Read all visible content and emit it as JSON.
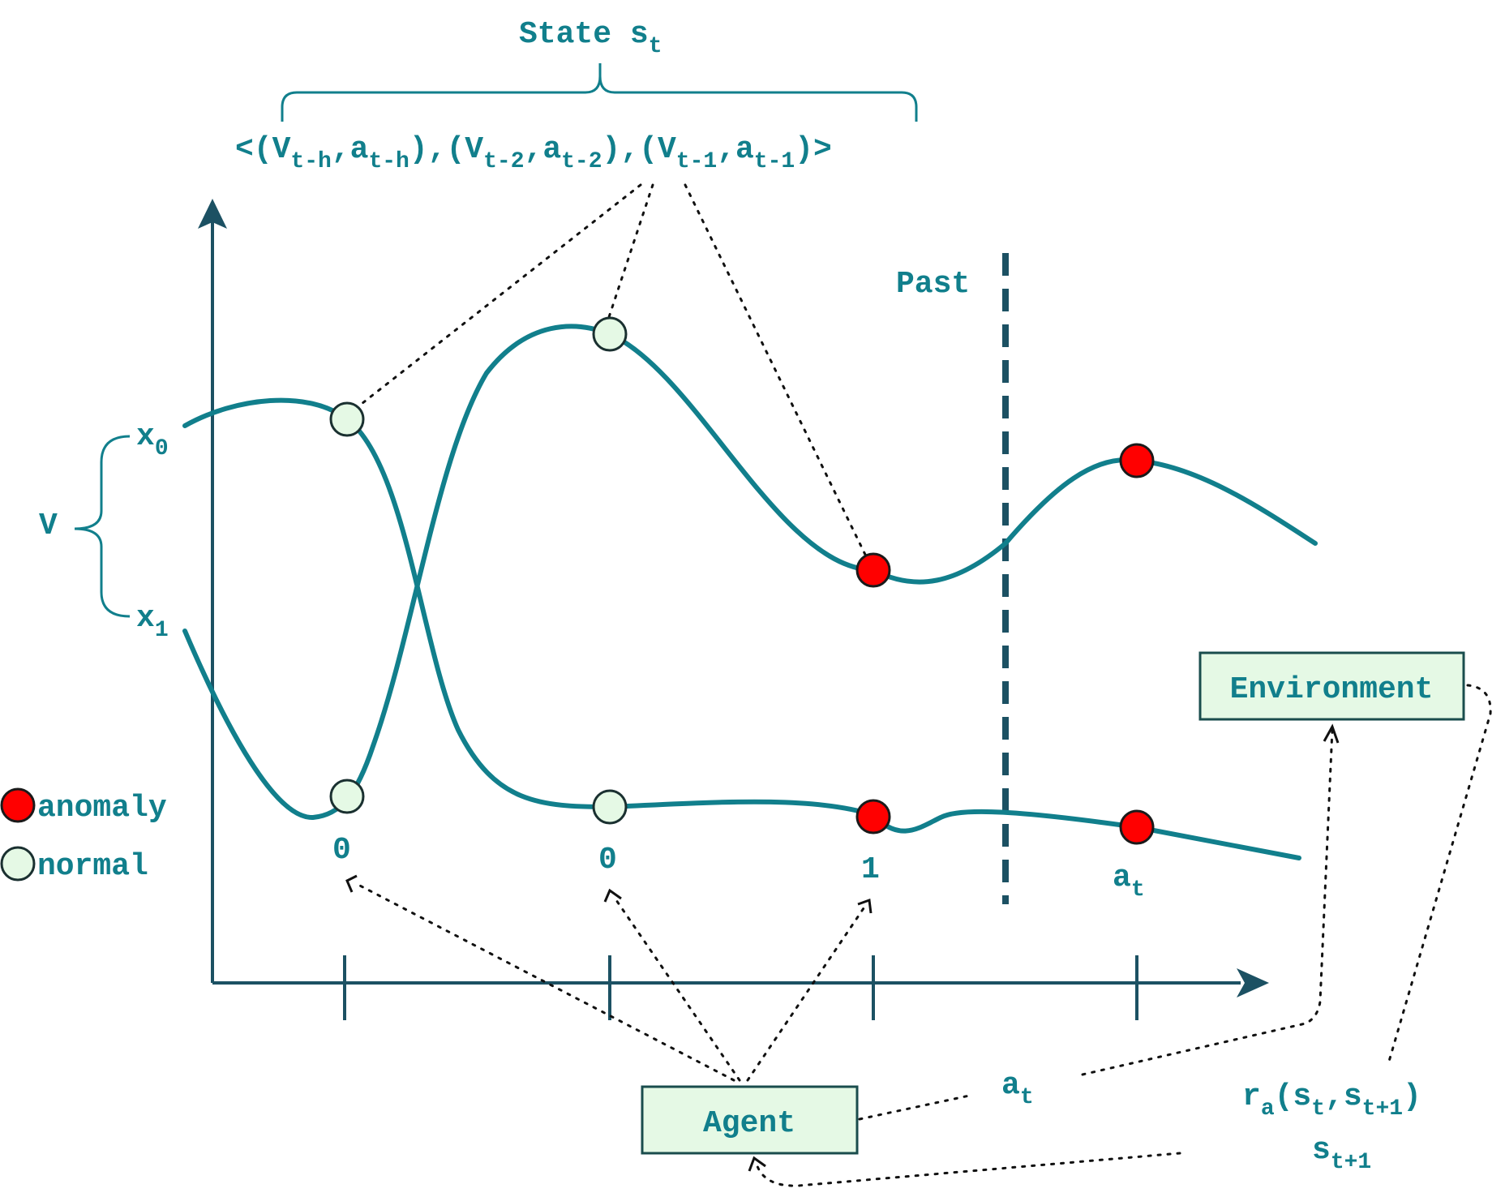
{
  "state": {
    "title": "State s",
    "title_sub": "t",
    "sequence": [
      {
        "text": "<(V",
        "sub": "t-h"
      },
      {
        "text": ",a",
        "sub": "t-h"
      },
      {
        "text": "),(V",
        "sub": "t-2"
      },
      {
        "text": ",a",
        "sub": "t-2"
      },
      {
        "text": "),(V",
        "sub": "t-1"
      },
      {
        "text": ",a",
        "sub": "t-1"
      },
      {
        "text": ")>",
        "sub": ""
      }
    ]
  },
  "variables": {
    "group": "V",
    "x0": "x",
    "x0_sub": "0",
    "x1": "x",
    "x1_sub": "1"
  },
  "past_label": "Past",
  "legend": {
    "anomaly": "anomaly",
    "normal": "normal",
    "anomaly_color": "#ff0000",
    "normal_color": "#e5f9e5"
  },
  "actions": [
    {
      "label": "0"
    },
    {
      "label": "0"
    },
    {
      "label": "1"
    },
    {
      "label": "a",
      "sub": "t"
    }
  ],
  "boxes": {
    "environment": "Environment",
    "agent": "Agent"
  },
  "flow": {
    "action": "a",
    "action_sub": "t",
    "reward": "r",
    "reward_sub": "a",
    "reward_args": [
      {
        "text": "(s",
        "sub": "t"
      },
      {
        "text": ",s",
        "sub": "t+1"
      },
      {
        "text": ")",
        "sub": ""
      }
    ],
    "next_state": "s",
    "next_state_sub": "t+1"
  },
  "colors": {
    "curve": "#117f8c",
    "axis": "#1c5163",
    "text": "#117f8c",
    "box_fill": "#e5f9e5"
  }
}
